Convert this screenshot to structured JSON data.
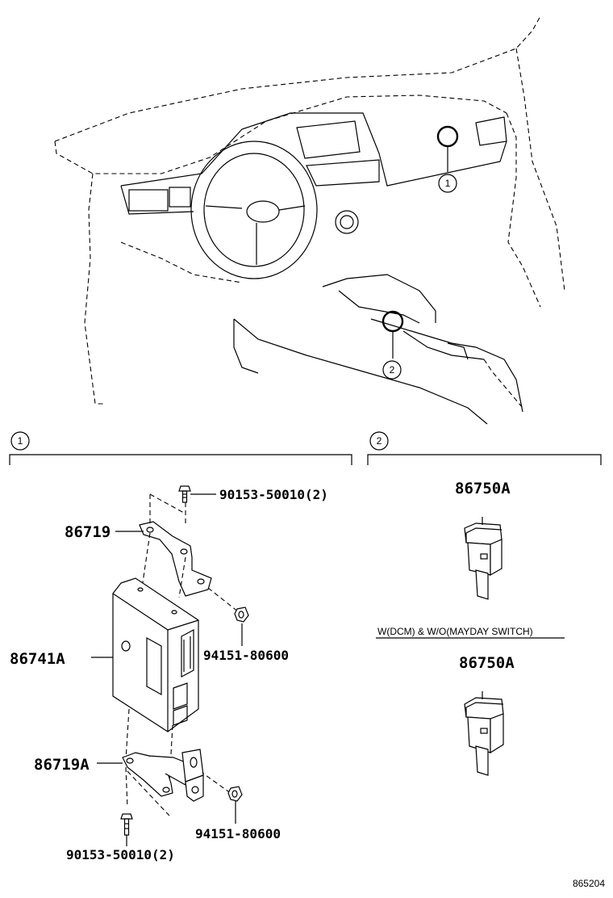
{
  "callouts": {
    "one": "1",
    "two": "2"
  },
  "section_one": {
    "label": "1",
    "parts": {
      "bolt_top": "90153-50010(2)",
      "bracket_upper": "86719",
      "ecu": "86741A",
      "nut_upper": "94151-80600",
      "bracket_lower": "86719A",
      "nut_lower": "94151-80600",
      "bolt_bottom": "90153-50010(2)"
    }
  },
  "section_two": {
    "label": "2",
    "switch_top": "86750A",
    "condition": "W(DCM) & W/O(MAYDAY SWITCH)",
    "switch_bottom": "86750A"
  },
  "figure_id": "865204"
}
